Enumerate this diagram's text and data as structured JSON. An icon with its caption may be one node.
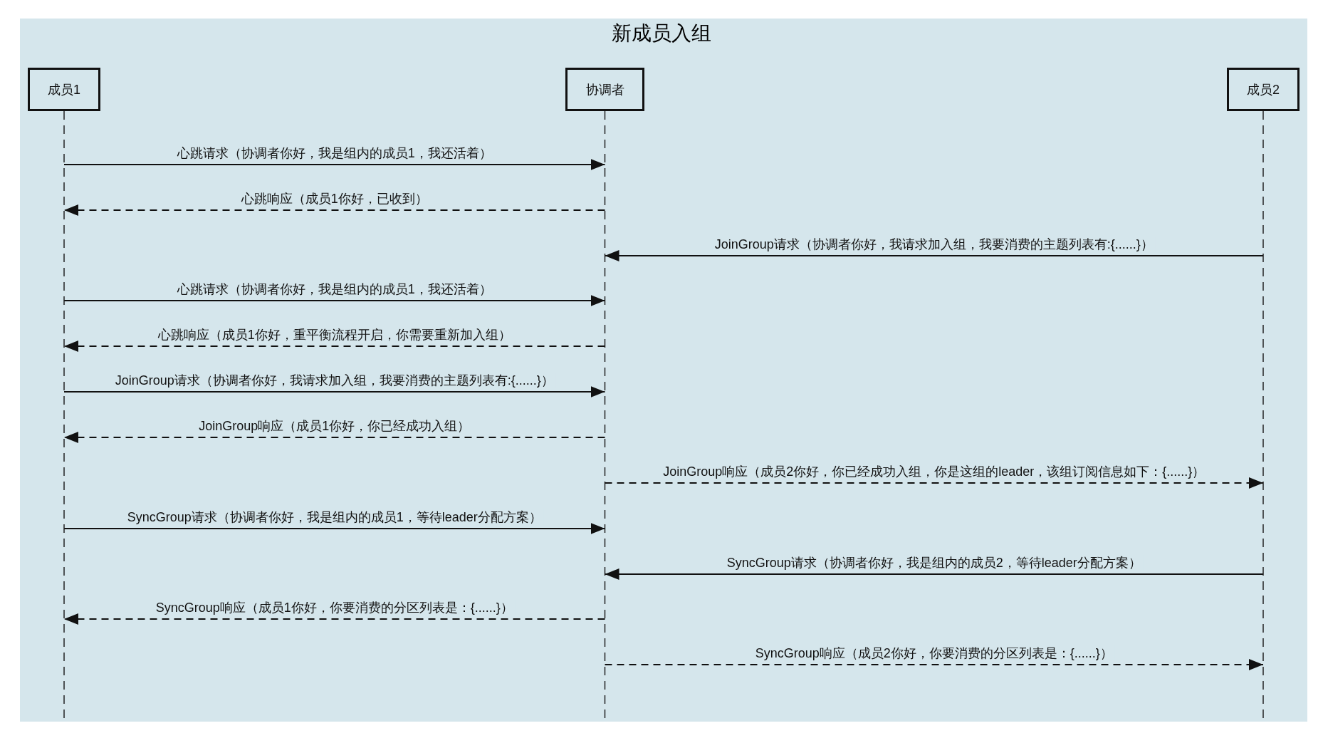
{
  "diagram": {
    "title": "新成员入组",
    "nodes": [
      {
        "text": [
          "成员1"
        ]
      },
      {
        "text": [
          "协调者"
        ]
      },
      {
        "text": [
          "成员2"
        ]
      }
    ],
    "edges": [
      {
        "from": 0,
        "to": 1,
        "arrow": "to",
        "label": "心跳请求（协调者你好，我是组内的成员1，我还活着）"
      },
      {
        "from": 1,
        "to": 0,
        "arrow": "to",
        "style": "dashed",
        "label": "心跳响应（成员1你好，已收到）"
      },
      {
        "from": 2,
        "to": 1,
        "arrow": "to",
        "label": "JoinGroup请求（协调者你好，我请求加入组，我要消费的主题列表有:{......}）"
      },
      {
        "from": 0,
        "to": 1,
        "arrow": "to",
        "label": "心跳请求（协调者你好，我是组内的成员1，我还活着）"
      },
      {
        "from": 1,
        "to": 0,
        "arrow": "to",
        "style": "dashed",
        "label": "心跳响应（成员1你好，重平衡流程开启，你需要重新加入组）"
      },
      {
        "from": 0,
        "to": 1,
        "arrow": "to",
        "label": "JoinGroup请求（协调者你好，我请求加入组，我要消费的主题列表有:{......}）"
      },
      {
        "from": 1,
        "to": 0,
        "arrow": "to",
        "style": "dashed",
        "label": "JoinGroup响应（成员1你好，你已经成功入组）"
      },
      {
        "from": 1,
        "to": 2,
        "arrow": "to",
        "style": "dashed",
        "label": "JoinGroup响应（成员2你好，你已经成功入组，你是这组的leader，该组订阅信息如下：{......}）"
      },
      {
        "from": 0,
        "to": 1,
        "arrow": "to",
        "label": "SyncGroup请求（协调者你好，我是组内的成员1，等待leader分配方案）"
      },
      {
        "from": 2,
        "to": 1,
        "arrow": "to",
        "label": "SyncGroup请求（协调者你好，我是组内的成员2，等待leader分配方案）"
      },
      {
        "from": 1,
        "to": 0,
        "arrow": "to",
        "style": "dashed",
        "label": "SyncGroup响应（成员1你好，你要消费的分区列表是：{......}）"
      },
      {
        "from": 1,
        "to": 2,
        "arrow": "to",
        "style": "dashed",
        "label": "SyncGroup响应（成员2你好，你要消费的分区列表是：{......}）"
      }
    ]
  }
}
